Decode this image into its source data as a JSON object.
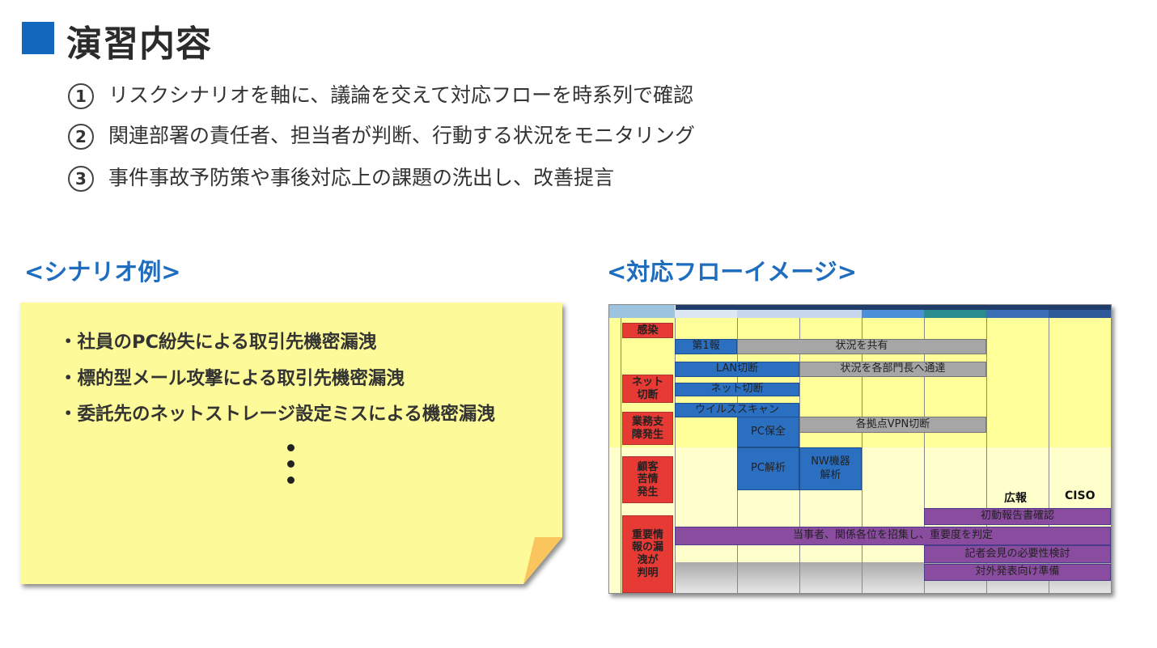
{
  "title": "演習内容",
  "items": [
    {
      "num": "1",
      "text": "リスクシナリオを軸に、議論を交えて対応フローを時系列で確認"
    },
    {
      "num": "2",
      "text": "関連部署の責任者、担当者が判断、行動する状況をモニタリング"
    },
    {
      "num": "3",
      "text": "事件事故予防策や事後対応上の課題の洗出し、改善提言"
    }
  ],
  "scenario": {
    "heading": "<シナリオ例>",
    "examples": [
      "・社員のPC紛失による取引先機密漏洩",
      "・標的型メール攻撃による取引先機密漏洩",
      "・委託先のネットストレージ設定ミスによる機密漏洩"
    ]
  },
  "flow": {
    "heading": "<対応フローイメージ>",
    "states": [
      "感染",
      "ネット\n切断",
      "業務支\n障発生",
      "顧客\n苦情\n発生",
      "重要情\n報の漏\n洩が\n判明"
    ],
    "actions": [
      "第1報",
      "状況を共有",
      "LAN切断",
      "状況を各部門長へ通達",
      "ネット切断",
      "ウイルススキャン",
      "PC保全",
      "各拠点VPN切断",
      "PC解析",
      "NW機器\n解析",
      "初動報告書確認",
      "当事者、関係各位を招集し、重要度を判定",
      "記者会見の必要性検討",
      "対外発表向け準備"
    ],
    "roles": [
      "広報",
      "CISO"
    ],
    "colors": {
      "state": "#e73a35",
      "it": "#2a6fc0",
      "share": "#a6a6a6",
      "mgmt": "#8a4c9e"
    }
  }
}
